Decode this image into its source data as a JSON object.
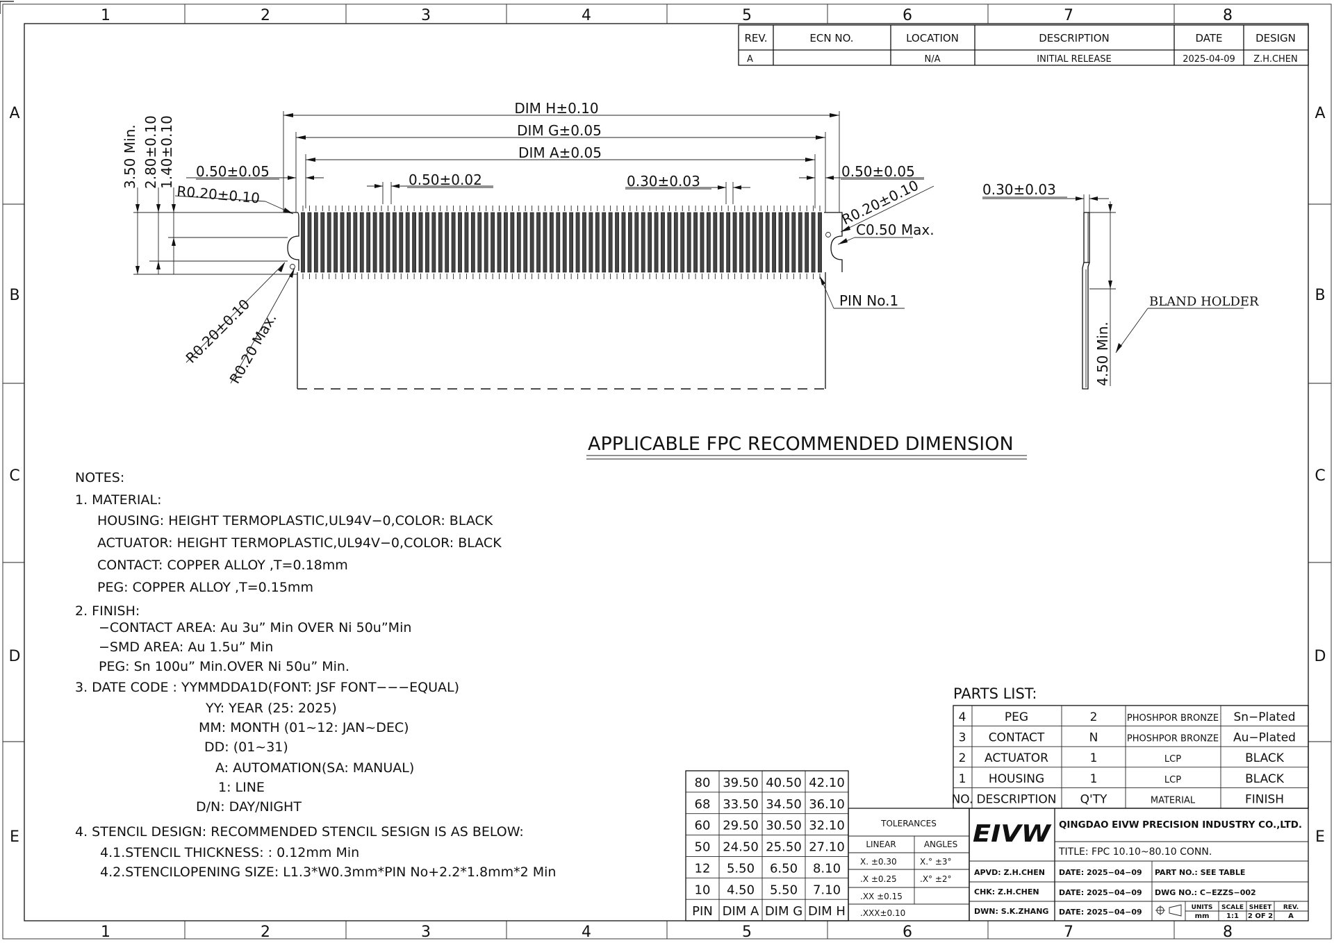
{
  "zones": {
    "columns": [
      "1",
      "2",
      "3",
      "4",
      "5",
      "6",
      "7",
      "8"
    ],
    "rows": [
      "A",
      "B",
      "C",
      "D",
      "E"
    ]
  },
  "revision": {
    "headers": [
      "REV.",
      "ECN NO.",
      "LOCATION",
      "DESCRIPTION",
      "DATE",
      "DESIGN"
    ],
    "row": [
      "A",
      "",
      "N/A",
      "INITIAL RELEASE",
      "2025-04-09",
      "Z.H.CHEN"
    ]
  },
  "drawing": {
    "dims": {
      "dim_h": "DIM H±0.10",
      "dim_g": "DIM G±0.05",
      "dim_a": "DIM A±0.05",
      "left_margin": "0.50±0.05",
      "right_margin": "0.50±0.05",
      "pitch": "0.50±0.02",
      "pad_width": "0.30±0.03",
      "v_350": "3.50 Min.",
      "v_280": "2.80±0.10",
      "v_140": "1.40±0.10",
      "r_top_left": "R0.20±0.10",
      "r_top_right": "R0.20±0.10",
      "c050": "C0.50 Max.",
      "pin1": "PIN No.1",
      "r_bottom": "R0.20±0.10",
      "r_max": "R0.20 Max.",
      "side_thickness": "0.30±0.03",
      "side_450": "4.50 Min.",
      "bland_holder": "BLAND HOLDER"
    },
    "section_title": "APPLICABLE FPC RECOMMENDED DIMENSION"
  },
  "notes": {
    "heading": "NOTES:",
    "lines": [
      "1. MATERIAL:",
      "HOUSING: HEIGHT  TERMOPLASTIC,UL94V−0,COLOR: BLACK",
      "ACTUATOR: HEIGHT  TERMOPLASTIC,UL94V−0,COLOR: BLACK",
      "CONTACT: COPPER  ALLOY  ,T=0.18mm",
      "PEG: COPPER  ALLOY  ,T=0.15mm",
      "2. FINISH:",
      "−CONTACT  AREA: Au  3u”  Min  OVER  Ni  50u”Min",
      "−SMD  AREA: Au  1.5u”  Min",
      "PEG: Sn  100u”  Min.OVER  Ni  50u”  Min.",
      "3. DATE CODE :  YYMMDDA1D(FONT:  JSF FONT−−−EQUAL)",
      "YY:  YEAR  (25:  2025)",
      "MM:  MONTH  (01~12:  JAN~DEC)",
      "DD:  (01~31)",
      "A:  AUTOMATION(SA: MANUAL)",
      "1:  LINE",
      "D/N:  DAY/NIGHT",
      "4. STENCIL  DESIGN:  RECOMMENDED  STENCIL  SESIGN  IS  AS  BELOW:",
      "4.1.STENCIL  THICKNESS: :  0.12mm  Min",
      "4.2.STENCILOPENING  SIZE:  L1.3*W0.3mm*PIN  No+2.2*1.8mm*2  Min"
    ]
  },
  "parts_list": {
    "title": "PARTS LIST:",
    "rows": [
      [
        "4",
        "PEG",
        "2",
        "PHOSHPOR BRONZE",
        "Sn−Plated"
      ],
      [
        "3",
        "CONTACT",
        "N",
        "PHOSHPOR BRONZE",
        "Au−Plated"
      ],
      [
        "2",
        "ACTUATOR",
        "1",
        "LCP",
        "BLACK"
      ],
      [
        "1",
        "HOUSING",
        "1",
        "LCP",
        "BLACK"
      ]
    ],
    "headers": [
      "NO.",
      "DESCRIPTION",
      "Q'TY",
      "MATERIAL",
      "FINISH"
    ]
  },
  "dim_table": {
    "rows": [
      [
        "80",
        "39.50",
        "40.50",
        "42.10"
      ],
      [
        "68",
        "33.50",
        "34.50",
        "36.10"
      ],
      [
        "60",
        "29.50",
        "30.50",
        "32.10"
      ],
      [
        "50",
        "24.50",
        "25.50",
        "27.10"
      ],
      [
        "12",
        "5.50",
        "6.50",
        "8.10"
      ],
      [
        "10",
        "4.50",
        "5.50",
        "7.10"
      ]
    ],
    "headers": [
      "PIN",
      "DIM A",
      "DIM G",
      "DIM H"
    ]
  },
  "tolerances": {
    "title": "TOLERANCES",
    "linear_label": "LINEAR",
    "angles_label": "ANGLES",
    "linear": [
      "X.   ±0.30",
      ".X   ±0.25",
      ".XX ±0.15",
      ".XXX±0.10"
    ],
    "angles": [
      "X.°   ±3°",
      ".X°   ±2°"
    ]
  },
  "title_block": {
    "logo": "EIVW",
    "company": "QINGDAO EIVW PRECISION INDUSTRY CO.,LTD.",
    "title": "TITLE: FPC 10.10~80.10 CONN.",
    "apvd": "APVD:  Z.H.CHEN",
    "chk": "CHK:   Z.H.CHEN",
    "dwn": "DWN:  S.K.ZHANG",
    "date1": "DATE: 2025−04−09",
    "date2": "DATE: 2025−04−09",
    "date3": "DATE: 2025−04−09",
    "part_no": "PART NO.:  SEE TABLE",
    "dwg_no": "DWG NO.:   C−EZZS−002",
    "units_label": "UNITS",
    "units": "mm",
    "scale_label": "SCALE",
    "scale": "1:1",
    "sheet_label": "SHEET",
    "sheet": "2 OF 2",
    "rev_label": "REV.",
    "rev": "A"
  }
}
